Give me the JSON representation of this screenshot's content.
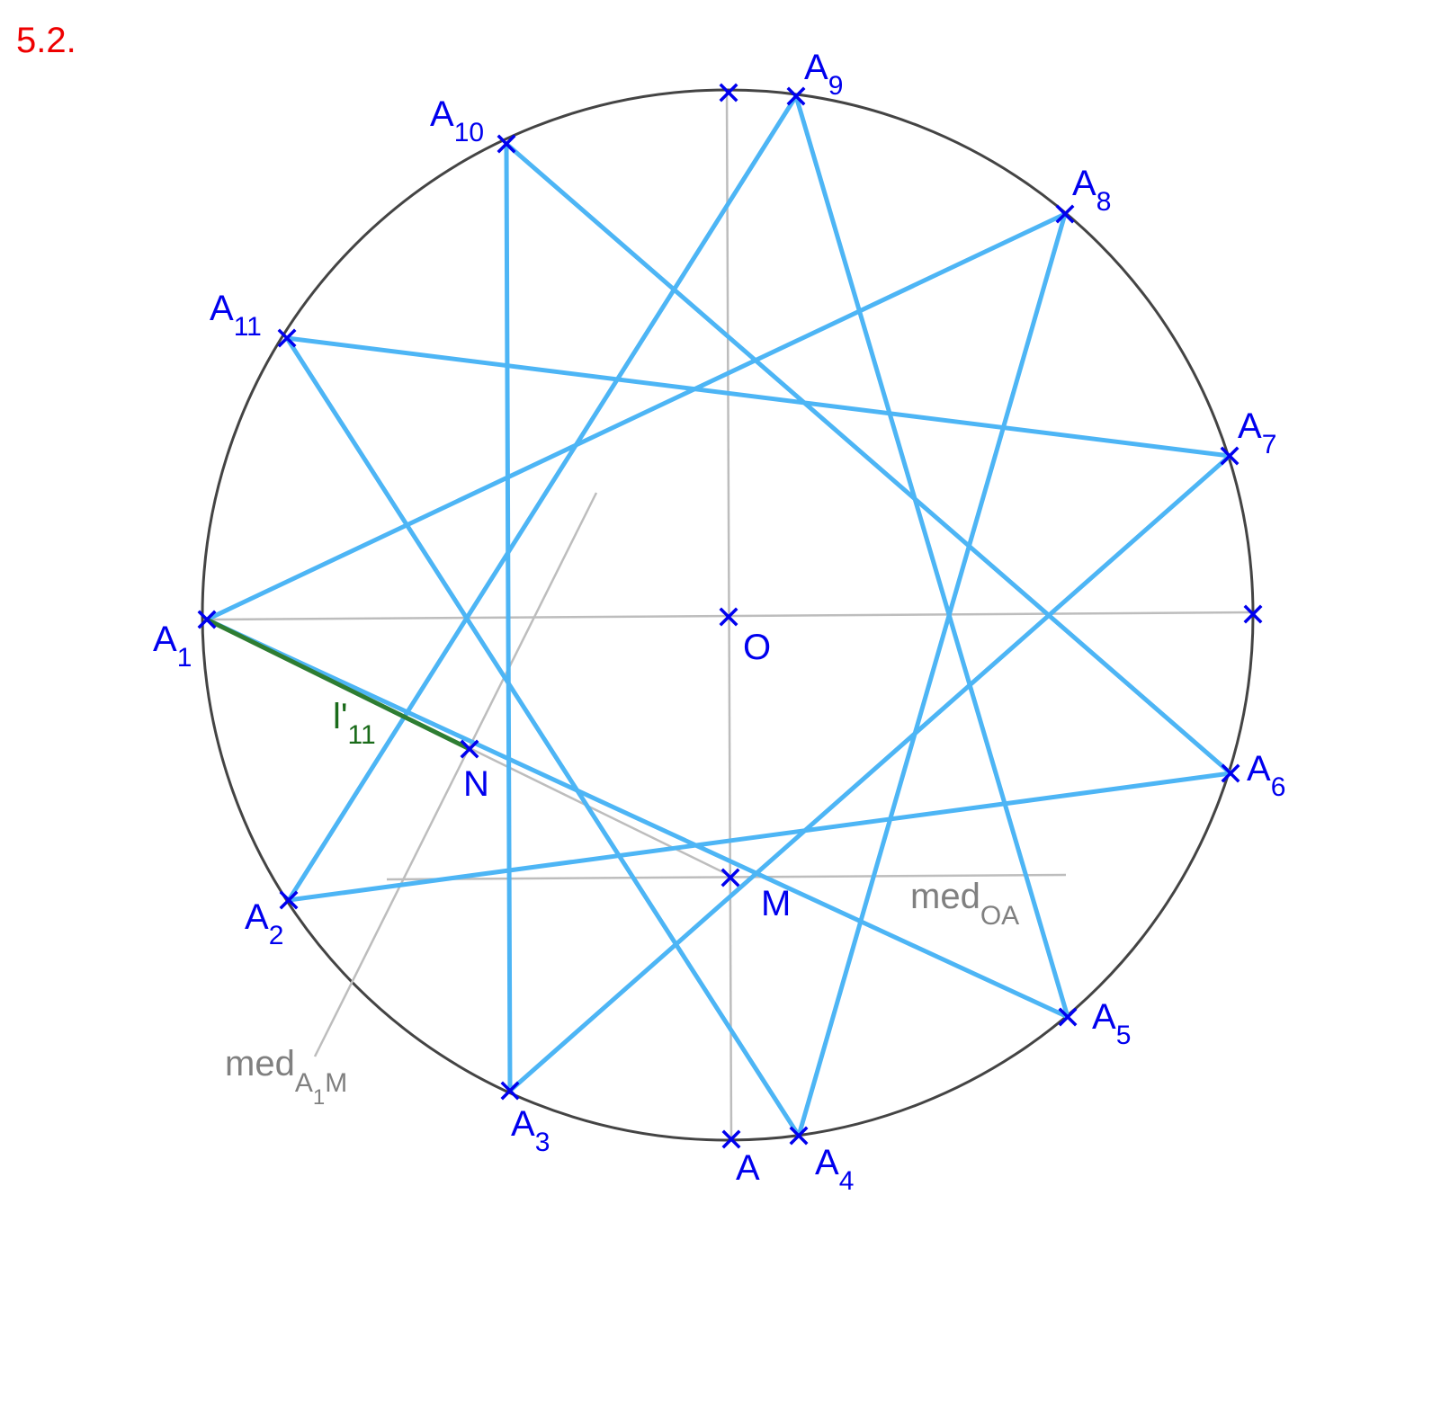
{
  "title": "5.2.",
  "points": {
    "A1": {
      "main": "A",
      "sub": "1"
    },
    "A2": {
      "main": "A",
      "sub": "2"
    },
    "A3": {
      "main": "A",
      "sub": "3"
    },
    "A4": {
      "main": "A",
      "sub": "4"
    },
    "A5": {
      "main": "A",
      "sub": "5"
    },
    "A6": {
      "main": "A",
      "sub": "6"
    },
    "A7": {
      "main": "A",
      "sub": "7"
    },
    "A8": {
      "main": "A",
      "sub": "8"
    },
    "A9": {
      "main": "A",
      "sub": "9"
    },
    "A10": {
      "main": "A",
      "sub": "10"
    },
    "A11": {
      "main": "A",
      "sub": "11"
    },
    "O": {
      "main": "O",
      "sub": ""
    },
    "A": {
      "main": "A",
      "sub": ""
    },
    "M": {
      "main": "M",
      "sub": ""
    },
    "N": {
      "main": "N",
      "sub": ""
    }
  },
  "side_label": {
    "main": "l'",
    "sub": "11"
  },
  "med_oa_label": {
    "main": "med",
    "sub": "OA"
  },
  "med_a1m_label": {
    "main": "med",
    "sub": "A",
    "sub2": "1",
    "sub3": "M"
  },
  "colors": {
    "star": "#4db5f5",
    "points": "#0000ee",
    "construction": "#bdbdbd",
    "circle": "#444444",
    "side": "#2e7d32",
    "title": "#ee0000"
  }
}
